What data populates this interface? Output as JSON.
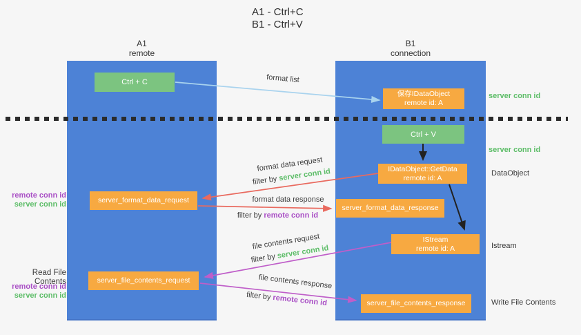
{
  "title": {
    "line1": "A1 - Ctrl+C",
    "line2": "B1 - Ctrl+V"
  },
  "lanes": {
    "left": {
      "name": "A1",
      "subtitle": "remote"
    },
    "right": {
      "name": "B1",
      "subtitle": "connection"
    }
  },
  "nodes": {
    "ctrl_c": "Ctrl + C",
    "ctrl_v": "Ctrl + V",
    "save_idataobject": {
      "line1": "保存IDataObject",
      "line2": "remote id: A"
    },
    "getdata": {
      "line1": "IDataObject::GetData",
      "line2": "remote id: A"
    },
    "istream": {
      "line1": "IStream",
      "line2": "remote id: A"
    },
    "format_request": "server_format_data_request",
    "format_response": "server_format_data_response",
    "file_request": "server_file_contents_request",
    "file_response": "server_file_contents_response"
  },
  "arrow_labels": {
    "format_list": "format list",
    "format_data_request": {
      "title": "format data request",
      "filter_prefix": "filter by",
      "filter_key": "server conn id"
    },
    "format_data_response": {
      "title": "format data response",
      "filter_prefix": "filter by",
      "filter_key": "remote conn id"
    },
    "file_contents_request": {
      "title": "file contents request",
      "filter_prefix": "filter by",
      "filter_key": "server conn id"
    },
    "file_contents_response": {
      "title": "file contents response",
      "filter_prefix": "filter by",
      "filter_key": "remote conn id"
    }
  },
  "annotations": {
    "left": {
      "format_remote": "remote conn id",
      "format_server": "server conn id",
      "read_file": "Read File Contents",
      "file_remote": "remote conn id",
      "file_server": "server conn id"
    },
    "right": {
      "server_conn_top": "server conn id",
      "server_conn_mid": "server conn id",
      "dataobject": "DataObject",
      "istream": "Istream",
      "write_file": "Write File Contents"
    }
  },
  "colors": {
    "lane_blue": "#4d82d6",
    "box_green": "#7cc480",
    "box_orange": "#f7a941",
    "arrow_red": "#e96a5f",
    "arrow_magenta": "#bf5ec9",
    "arrow_lightblue": "#a9d3ee",
    "arrow_black": "#222222",
    "text_green": "#5dbd68",
    "text_purple": "#a94fc5"
  }
}
